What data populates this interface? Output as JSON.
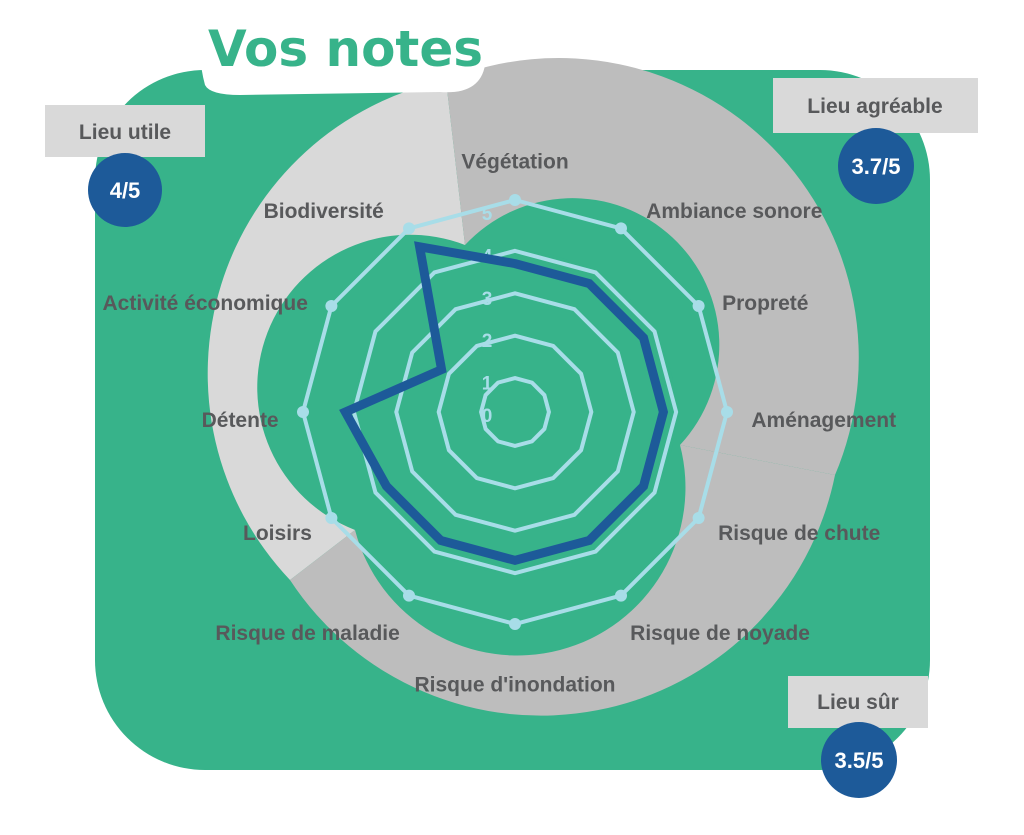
{
  "title": "Vos notes",
  "colors": {
    "background_panel": "#37b38a",
    "sector_light": "#d9d9d9",
    "sector_dark": "#bdbdbd",
    "grid": "#a8dde8",
    "series": "#1d5a99",
    "badge": "#1d5a99",
    "label": "#58595b",
    "title": "#37b38a"
  },
  "categories": [
    {
      "label": "Lieu utile",
      "score": "4/5"
    },
    {
      "label": "Lieu agréable",
      "score": "3.7/5"
    },
    {
      "label": "Lieu sûr",
      "score": "3.5/5"
    }
  ],
  "chart_data": {
    "type": "radar",
    "axes": [
      "Végétation",
      "Ambiance sonore",
      "Propreté",
      "Aménagement",
      "Risque de chute",
      "Risque de noyade",
      "Risque d'inondation",
      "Risque de maladie",
      "Loisirs",
      "Détente",
      "Activité économique",
      "Biodiversité"
    ],
    "range": [
      0,
      5
    ],
    "ticks": [
      "0",
      "1",
      "2",
      "3",
      "4",
      "5"
    ],
    "series": [
      {
        "values": [
          3.5,
          3.5,
          3.5,
          3.5,
          3.5,
          3.5,
          3.5,
          3.5,
          3.5,
          4.0,
          2.0,
          4.5
        ]
      }
    ],
    "grid": "polygon"
  }
}
